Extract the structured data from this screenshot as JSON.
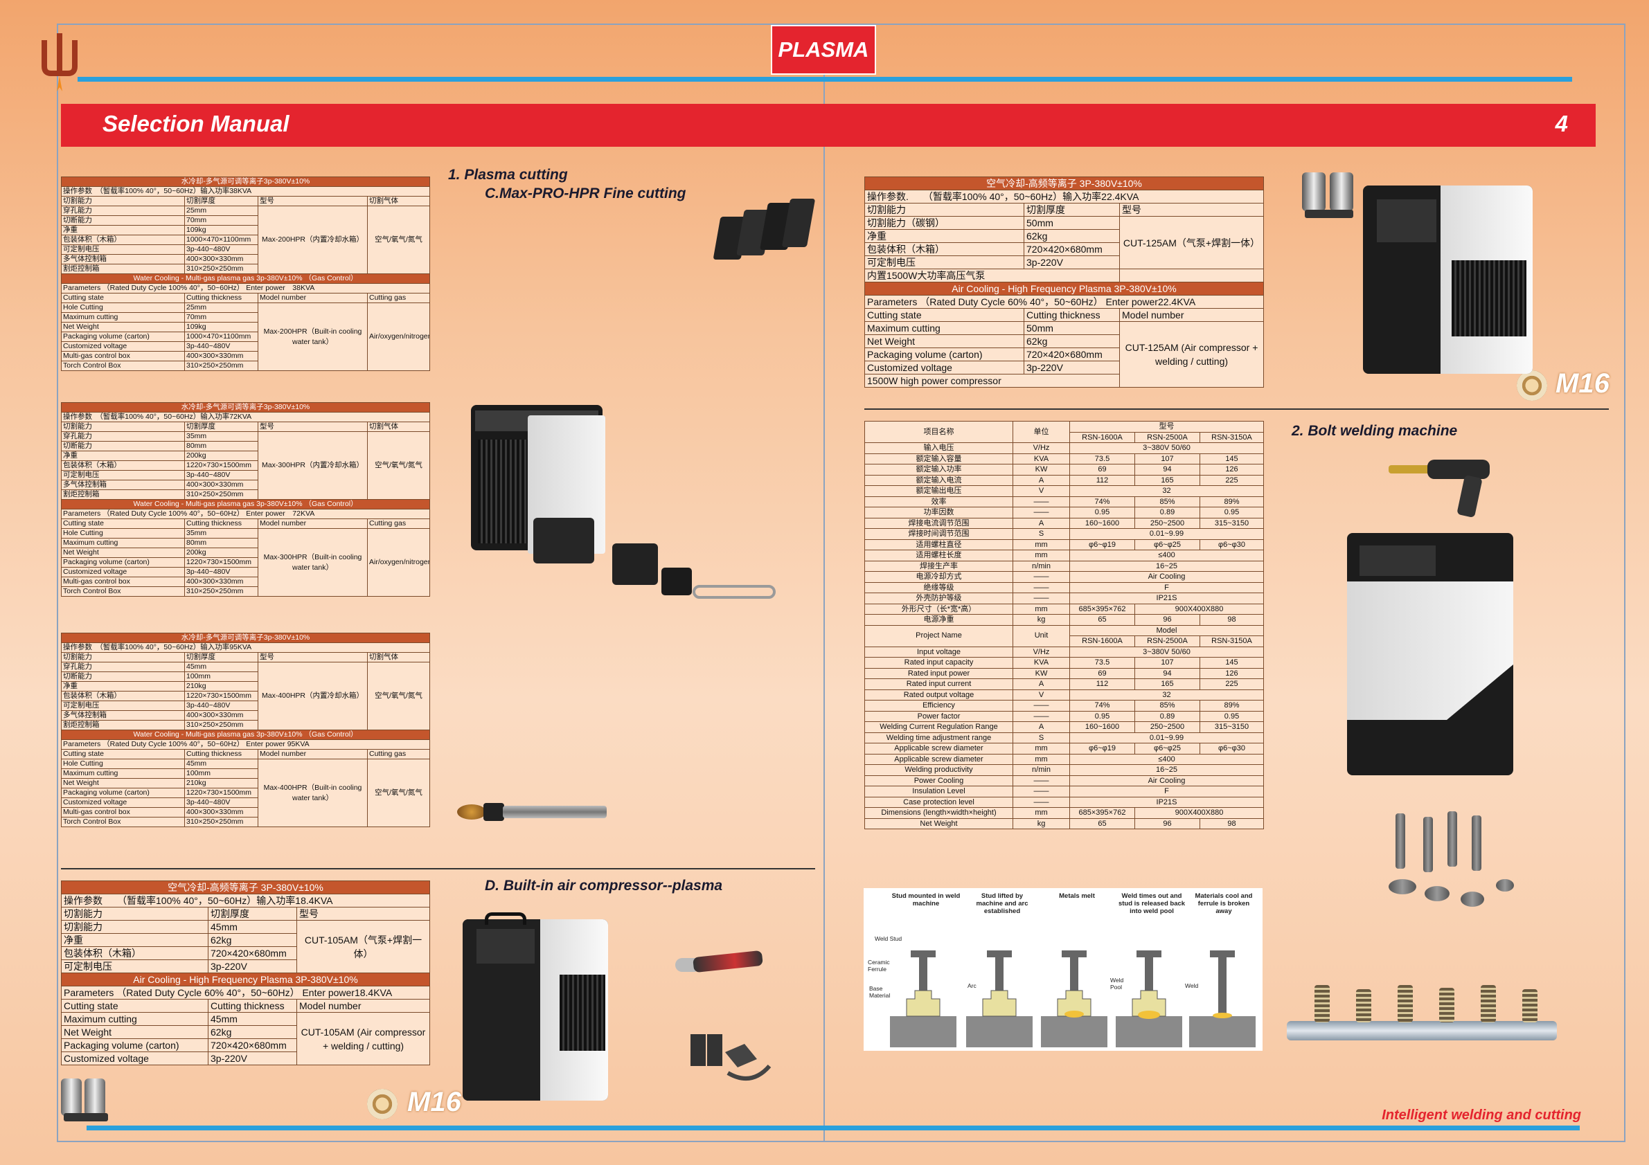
{
  "header": {
    "badge": "PLASMA",
    "title": "Selection Manual",
    "page": "4"
  },
  "headings": {
    "h1": "1. Plasma cutting",
    "h2": "C.Max-PRO-HPR Fine cutting",
    "h3": "D. Built-in air compressor--plasma",
    "h4": "2. Bolt welding machine"
  },
  "brand": {
    "left": "M16",
    "right": "M16"
  },
  "footer": "Intelligent welding and cutting",
  "t1": {
    "cn": {
      "title": "水冷却-多气源可调等离子3p-380V±10%",
      "params": "操作参数　（暂载率100% 40°，50~60Hz）输入功率38KVA",
      "h": [
        "切割能力",
        "切割厚度",
        "型号",
        "切割气体"
      ],
      "rows": [
        [
          "穿孔能力",
          "25mm"
        ],
        [
          "切断能力",
          "70mm"
        ],
        [
          "净重",
          "109kg"
        ],
        [
          "包装体积（木箱）",
          "1000×470×1100mm"
        ],
        [
          "可定制电压",
          "3p-440~480V"
        ],
        [
          "多气体控制箱",
          "400×300×330mm"
        ],
        [
          "割炬控制箱",
          "310×250×250mm"
        ]
      ],
      "model": "Max-200HPR（内置冷却水箱）",
      "gas": "空气/氧气/氮气"
    },
    "en": {
      "title": "Water Cooling - Multi-gas plasma gas 3p-380V±10% （Gas Control）",
      "params": "Parameters （Rated Duty Cycle 100% 40°，50~60Hz） Enter power　38KVA",
      "h": [
        "Cutting state",
        "Cutting thickness",
        "Model number",
        "Cutting gas"
      ],
      "rows": [
        [
          "Hole Cutting",
          "25mm"
        ],
        [
          "Maximum cutting",
          "70mm"
        ],
        [
          "Net Weight",
          "109kg"
        ],
        [
          "Packaging volume (carton)",
          "1000×470×1100mm"
        ],
        [
          "Customized voltage",
          "3p-440~480V"
        ],
        [
          "Multi-gas control box",
          "400×300×330mm"
        ],
        [
          "Torch Control Box",
          "310×250×250mm"
        ]
      ],
      "model": "Max-200HPR（Built-in cooling water tank）",
      "gas": "Air/oxygen/nitrogen"
    }
  },
  "t2": {
    "cn": {
      "title": "水冷却-多气源可调等离子3p-380V±10%",
      "params": "操作参数　（暂载率100% 40°，50~60Hz）输入功率72KVA",
      "h": [
        "切割能力",
        "切割厚度",
        "型号",
        "切割气体"
      ],
      "rows": [
        [
          "穿孔能力",
          "35mm"
        ],
        [
          "切断能力",
          "80mm"
        ],
        [
          "净重",
          "200kg"
        ],
        [
          "包装体积（木箱）",
          "1220×730×1500mm"
        ],
        [
          "可定制电压",
          "3p-440~480V"
        ],
        [
          "多气体控制箱",
          "400×300×330mm"
        ],
        [
          "割炬控制箱",
          "310×250×250mm"
        ]
      ],
      "model": "Max-300HPR（内置冷却水箱）",
      "gas": "空气/氧气/氮气"
    },
    "en": {
      "title": "Water Cooling - Multi-gas plasma gas 3p-380V±10% （Gas Control）",
      "params": "Parameters （Rated Duty Cycle 100% 40°，50~60Hz） Enter power　72KVA",
      "h": [
        "Cutting state",
        "Cutting thickness",
        "Model number",
        "Cutting gas"
      ],
      "rows": [
        [
          "Hole Cutting",
          "35mm"
        ],
        [
          "Maximum cutting",
          "80mm"
        ],
        [
          "Net Weight",
          "200kg"
        ],
        [
          "Packaging volume (carton)",
          "1220×730×1500mm"
        ],
        [
          "Customized voltage",
          "3p-440~480V"
        ],
        [
          "Multi-gas control box",
          "400×300×330mm"
        ],
        [
          "Torch Control Box",
          "310×250×250mm"
        ]
      ],
      "model": "Max-300HPR（Built-in cooling water tank）",
      "gas": "Air/oxygen/nitrogen"
    }
  },
  "t3": {
    "cn": {
      "title": "水冷却-多气源可调等离子3p-380V±10%",
      "params": "操作参数　（暂载率100% 40°，50~60Hz）输入功率95KVA",
      "h": [
        "切割能力",
        "切割厚度",
        "型号",
        "切割气体"
      ],
      "rows": [
        [
          "穿孔能力",
          "45mm"
        ],
        [
          "切断能力",
          "100mm"
        ],
        [
          "净重",
          "210kg"
        ],
        [
          "包装体积（木箱）",
          "1220×730×1500mm"
        ],
        [
          "可定制电压",
          "3p-440~480V"
        ],
        [
          "多气体控制箱",
          "400×300×330mm"
        ],
        [
          "割炬控制箱",
          "310×250×250mm"
        ]
      ],
      "model": "Max-400HPR（内置冷却水箱）",
      "gas": "空气/氧气/氮气"
    },
    "en": {
      "title": "Water Cooling - Multi-gas plasma gas 3p-380V±10% （Gas Control）",
      "params": "Parameters （Rated Duty Cycle 100% 40°，50~60Hz） Enter power 95KVA",
      "h": [
        "Cutting state",
        "Cutting thickness",
        "Model number",
        "Cutting gas"
      ],
      "rows": [
        [
          "Hole Cutting",
          "45mm"
        ],
        [
          "Maximum cutting",
          "100mm"
        ],
        [
          "Net Weight",
          "210kg"
        ],
        [
          "Packaging volume (carton)",
          "1220×730×1500mm"
        ],
        [
          "Customized voltage",
          "3p-440~480V"
        ],
        [
          "Multi-gas control box",
          "400×300×330mm"
        ],
        [
          "Torch Control Box",
          "310×250×250mm"
        ]
      ],
      "model": "Max-400HPR（Built-in cooling water tank）",
      "gas": "空气/氧气/氮气"
    }
  },
  "t4": {
    "cn": {
      "title": "空气冷却-高频等离子 3P-380V±10%",
      "params": "操作参数　　（暂载率100% 40°，50~60Hz）输入功率18.4KVA",
      "h": [
        "切割能力",
        "切割厚度",
        "型号"
      ],
      "rows": [
        [
          "切割能力",
          "45mm"
        ],
        [
          "净重",
          "62kg"
        ],
        [
          "包装体积（木箱）",
          "720×420×680mm"
        ],
        [
          "可定制电压",
          "3p-220V"
        ]
      ],
      "model": "CUT-105AM（气泵+焊割一体）"
    },
    "en": {
      "title": "Air Cooling - High Frequency Plasma 3P-380V±10%",
      "params": "Parameters （Rated Duty Cycle 60% 40°，50~60Hz） Enter power18.4KVA",
      "h": [
        "Cutting state",
        "Cutting thickness",
        "Model number"
      ],
      "rows": [
        [
          "Maximum cutting",
          "45mm"
        ],
        [
          "Net Weight",
          "62kg"
        ],
        [
          "Packaging volume (carton)",
          "720×420×680mm"
        ],
        [
          "Customized voltage",
          "3p-220V"
        ]
      ],
      "model": "CUT-105AM (Air compressor + welding / cutting)"
    }
  },
  "t5": {
    "cn": {
      "title": "空气冷却-高频等离子 3P-380V±10%",
      "params": "操作参数.　　（暂载率100% 40°，50~60Hz）输入功率22.4KVA",
      "h": [
        "切割能力",
        "切割厚度",
        "型号"
      ],
      "rows": [
        [
          "切割能力（碳钢）",
          "50mm"
        ],
        [
          "净重",
          "62kg"
        ],
        [
          "包装体积（木箱）",
          "720×420×680mm"
        ],
        [
          "可定制电压",
          "3p-220V"
        ]
      ],
      "extra": "内置1500W大功率高压气泵",
      "model": "CUT-125AM（气泵+焊割一体）"
    },
    "en": {
      "title": "Air Cooling - High Frequency Plasma 3P-380V±10%",
      "params": "Parameters （Rated Duty Cycle 60% 40°，50~60Hz） Enter power22.4KVA",
      "h": [
        "Cutting state",
        "Cutting thickness",
        "Model number"
      ],
      "rows": [
        [
          "Maximum cutting",
          "50mm"
        ],
        [
          "Net Weight",
          "62kg"
        ],
        [
          "Packaging volume (carton)",
          "720×420×680mm"
        ],
        [
          "Customized voltage",
          "3p-220V"
        ]
      ],
      "extra": "1500W high power compressor",
      "model": "CUT-125AM (Air compressor + welding / cutting)"
    }
  },
  "bolt": {
    "cn": {
      "h1": "项目名称",
      "h2": "单位",
      "h3": "型号",
      "models": [
        "RSN-1600A",
        "RSN-2500A",
        "RSN-3150A"
      ],
      "rows": [
        [
          "输入电压",
          "V/Hz",
          "3~380V 50/60"
        ],
        [
          "额定输入容量",
          "KVA",
          "73.5",
          "107",
          "145"
        ],
        [
          "额定输入功率",
          "KW",
          "69",
          "94",
          "126"
        ],
        [
          "额定输入电流",
          "A",
          "112",
          "165",
          "225"
        ],
        [
          "额定输出电压",
          "V",
          "32"
        ],
        [
          "效率",
          "——",
          "74%",
          "85%",
          "89%"
        ],
        [
          "功率因数",
          "——",
          "0.95",
          "0.89",
          "0.95"
        ],
        [
          "焊接电流调节范围",
          "A",
          "160~1600",
          "250~2500",
          "315~3150"
        ],
        [
          "焊接时间调节范围",
          "S",
          "0.01~9.99"
        ],
        [
          "适用螺柱直径",
          "mm",
          "φ6~φ19",
          "φ6~φ25",
          "φ6~φ30"
        ],
        [
          "适用螺柱长度",
          "mm",
          "≤400"
        ],
        [
          "焊接生产率",
          "n/min",
          "16~25"
        ],
        [
          "电源冷却方式",
          "——",
          "Air Cooling"
        ],
        [
          "绝缘等级",
          "——",
          "F"
        ],
        [
          "外壳防护等级",
          "——",
          "IP21S"
        ],
        [
          "外形尺寸（长*宽*高）",
          "mm",
          "685×395×762",
          "900X400X880"
        ],
        [
          "电源净重",
          "kg",
          "65",
          "96",
          "98"
        ]
      ]
    },
    "en": {
      "h1": "Project Name",
      "h2": "Unit",
      "h3": "Model",
      "models": [
        "RSN-1600A",
        "RSN-2500A",
        "RSN-3150A"
      ],
      "rows": [
        [
          "Input voltage",
          "V/Hz",
          "3~380V 50/60"
        ],
        [
          "Rated input capacity",
          "KVA",
          "73.5",
          "107",
          "145"
        ],
        [
          "Rated input power",
          "KW",
          "69",
          "94",
          "126"
        ],
        [
          "Rated input current",
          "A",
          "112",
          "165",
          "225"
        ],
        [
          "Rated output voltage",
          "V",
          "32"
        ],
        [
          "Efficiency",
          "——",
          "74%",
          "85%",
          "89%"
        ],
        [
          "Power factor",
          "——",
          "0.95",
          "0.89",
          "0.95"
        ],
        [
          "Welding Current Regulation Range",
          "A",
          "160~1600",
          "250~2500",
          "315~3150"
        ],
        [
          "Welding time adjustment range",
          "S",
          "0.01~9.99"
        ],
        [
          "Applicable screw diameter",
          "mm",
          "φ6~φ19",
          "φ6~φ25",
          "φ6~φ30"
        ],
        [
          "Applicable screw diameter",
          "mm",
          "≤400"
        ],
        [
          "Welding productivity",
          "n/min",
          "16~25"
        ],
        [
          "Power Cooling",
          "——",
          "Air Cooling"
        ],
        [
          "Insulation Level",
          "——",
          "F"
        ],
        [
          "Case protection level",
          "——",
          "IP21S"
        ],
        [
          "Dimensions (length×width×height)",
          "mm",
          "685×395×762",
          "900X400X880"
        ],
        [
          "Net Weight",
          "kg",
          "65",
          "96",
          "98"
        ]
      ]
    }
  },
  "diagram": {
    "captions": [
      "Stud mounted in weld machine",
      "Stud lifted by machine and arc established",
      "Metals melt",
      "Weld times out and stud is released back into weld pool",
      "Materials cool and ferrule is broken away"
    ],
    "labels": [
      "Weld Stud",
      "Ceramic Ferrule",
      "Base Material",
      "Arc",
      "Weld Pool",
      "Weld"
    ]
  }
}
